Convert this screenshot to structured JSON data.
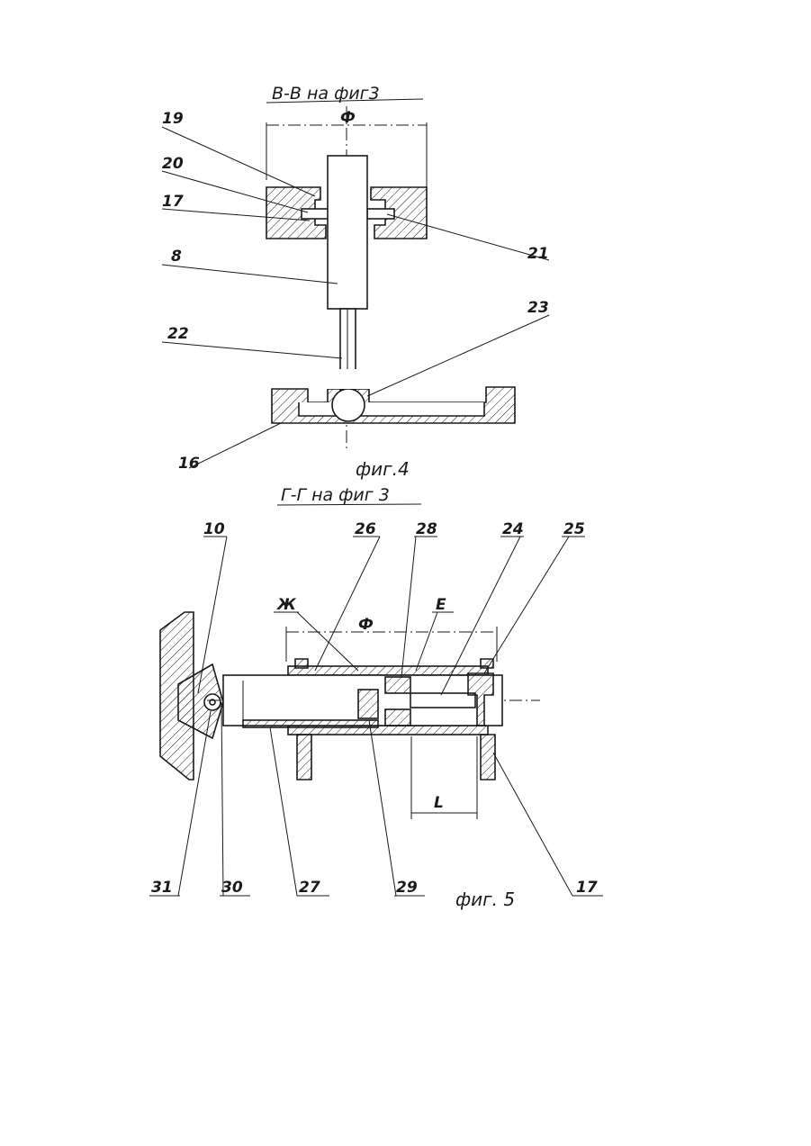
{
  "figure4": {
    "section_title": "В-В на фиг3",
    "dim_symbol": "Ф",
    "caption": "фиг.4",
    "labels": {
      "l19": "19",
      "l20": "20",
      "l17": "17",
      "l8": "8",
      "l22": "22",
      "l16": "16",
      "l21": "21",
      "l23": "23"
    }
  },
  "figure5": {
    "section_title": "Г-Г на фиг 3",
    "dim_symbol": "Ф",
    "caption": "фиг. 5",
    "labels": {
      "l10": "10",
      "l26": "26",
      "l28": "28",
      "l24": "24",
      "l25": "25",
      "lZh": "Ж",
      "lE": "Е",
      "lL": "L",
      "l31": "31",
      "l30": "30",
      "l27": "27",
      "l29": "29",
      "l17": "17"
    }
  }
}
